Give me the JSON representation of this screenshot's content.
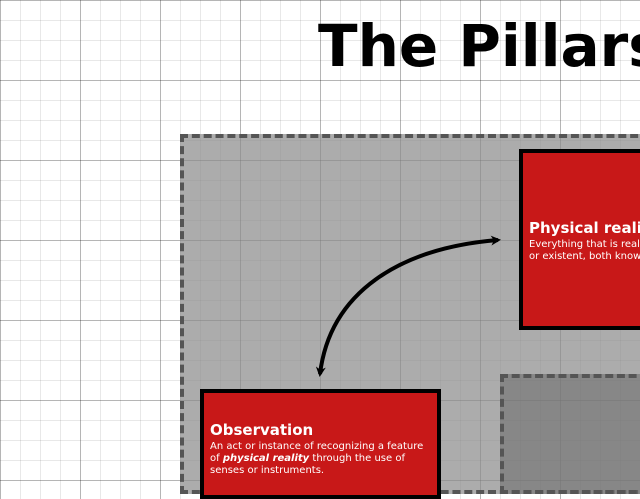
{
  "title": "The Pillars",
  "nodes": {
    "physical_reality": {
      "title": "Physical reality",
      "text_line1": "Everything that is real (o",
      "text_line2": "or existent, both known"
    },
    "observation": {
      "title": "Observation",
      "text_before": "An act or instance of recognizing a feature of ",
      "text_emph": "physical reality",
      "text_after": " through the use of senses or instruments."
    }
  },
  "colors": {
    "card_fill": "#c81818",
    "card_border": "#000000",
    "group_fill": "#8c8c8c",
    "group_border": "#555555",
    "arrow": "#000000"
  }
}
